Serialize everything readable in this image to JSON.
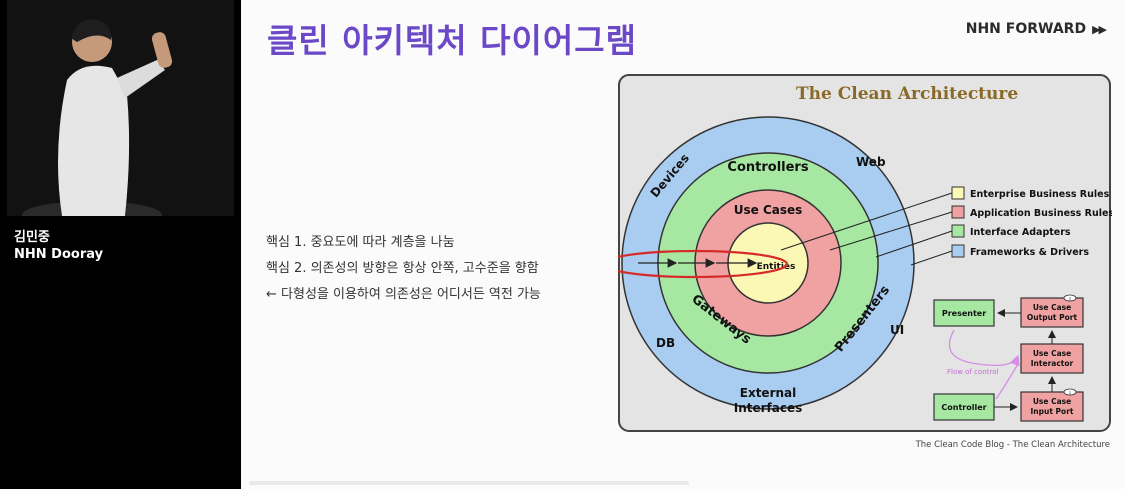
{
  "speaker": {
    "name": "김민중",
    "org": "NHN Dooray"
  },
  "slide": {
    "title": "클린 아키텍처 다이어그램",
    "brand": "NHN FORWARD",
    "brand_icon": "double-play-arrow-icon",
    "bullets": [
      "핵심 1. 중요도에 따라 계층을 나눔",
      "핵심 2. 의존성의 방향은 항상 안쪽, 고수준을 향함",
      "← 다형성을 이용하여 의존성은 어디서든 역전 가능"
    ],
    "caption": "The Clean Code Blog - The Clean Architecture"
  },
  "diagram": {
    "title": "The Clean Architecture",
    "rings": {
      "outer": {
        "labels": [
          "Devices",
          "Web",
          "DB",
          "UI",
          "External",
          "Interfaces"
        ],
        "color": "#a9cdf1"
      },
      "adapters": {
        "labels": [
          "Controllers",
          "Gateways",
          "Presenters"
        ],
        "color": "#a6e8a2"
      },
      "use_cases": {
        "label": "Use Cases",
        "color": "#f0a1a1"
      },
      "entities": {
        "label": "Entities",
        "color": "#fbf8b6"
      }
    },
    "legend": [
      {
        "label": "Enterprise Business Rules",
        "color": "#fbf8b6"
      },
      {
        "label": "Application Business Rules",
        "color": "#f0a1a1"
      },
      {
        "label": "Interface Adapters",
        "color": "#a6e8a2"
      },
      {
        "label": "Frameworks & Drivers",
        "color": "#a9cdf1"
      }
    ],
    "flow": {
      "presenter": "Presenter",
      "output_port": [
        "Use Case",
        "Output Port"
      ],
      "interactor": [
        "Use Case",
        "Interactor"
      ],
      "input_port": [
        "Use Case",
        "Input Port"
      ],
      "controller": "Controller",
      "flow_label": "Flow of control",
      "interface_mark": "I"
    }
  }
}
